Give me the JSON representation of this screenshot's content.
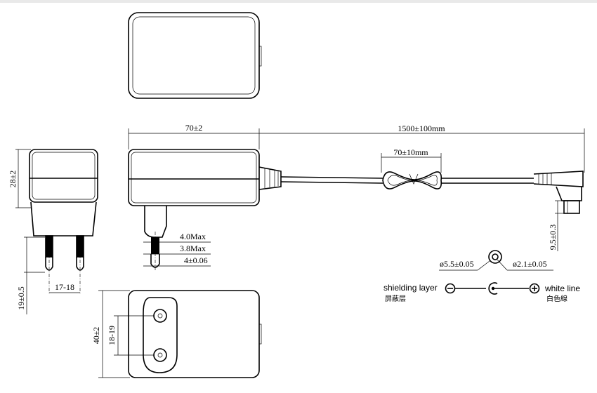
{
  "dimensions": {
    "width": "70±2",
    "cable_length": "1500±100mm",
    "bundle_length": "70±10mm",
    "height": "28±2",
    "pin_length": "19±0.5",
    "pin_spacing": "17-18",
    "pin_dia_max": "4.0Max",
    "pin_dia_mid": "3.8Max",
    "pin_dia_tol": "4±0.06",
    "plug_length": "9.5±0.3",
    "outer_dia": "ø5.5±0.05",
    "inner_dia": "ø2.1±0.05",
    "depth": "40±2",
    "pin_spacing_bottom": "18-19"
  },
  "polarity": {
    "shielding_label": "shielding layer",
    "shielding_cn": "屏蔽层",
    "white_label": "white line",
    "white_cn": "白色線"
  }
}
